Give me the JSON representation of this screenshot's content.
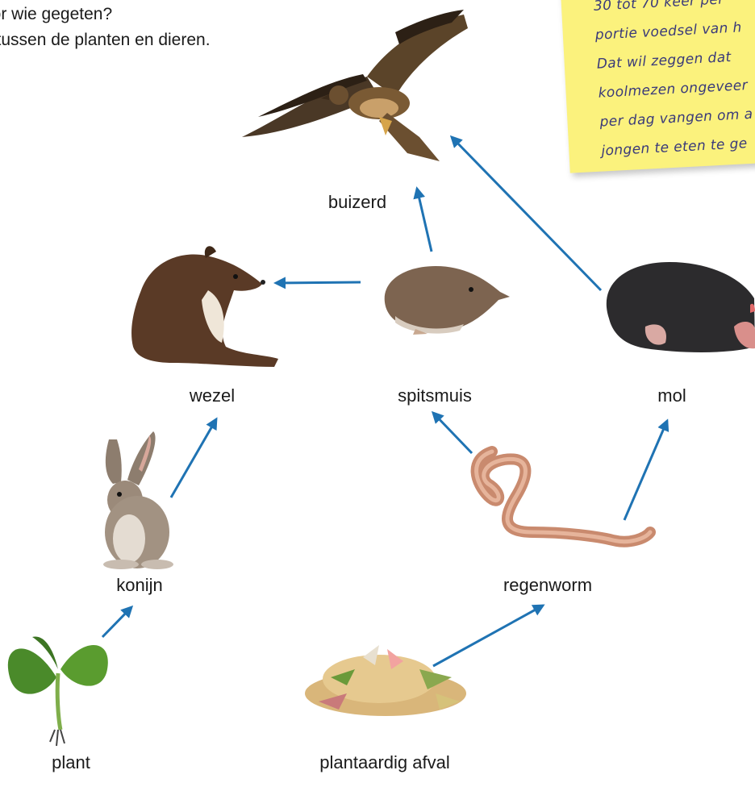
{
  "intro": {
    "line1": "oor wie gegeten?",
    "line2": "n tussen de planten en dieren."
  },
  "note": {
    "lines": [
      "30 tot 70 keer per",
      "portie voedsel van h",
      "Dat wil zeggen dat",
      "koolmezen ongeveer",
      "per dag vangen om a",
      "jongen te eten te ge"
    ]
  },
  "labels": {
    "buizerd": "buizerd",
    "wezel": "wezel",
    "spitsmuis": "spitsmuis",
    "mol": "mol",
    "konijn": "konijn",
    "regenworm": "regenworm",
    "plant": "plant",
    "afval": "plantaardig afval"
  },
  "colors": {
    "arrow": "#1f73b3",
    "note": "#fbf27d",
    "text": "#1a1a1a"
  },
  "arrows": [
    {
      "from": "plant",
      "to": "konijn"
    },
    {
      "from": "konijn",
      "to": "wezel"
    },
    {
      "from": "spitsmuis",
      "to": "wezel"
    },
    {
      "from": "spitsmuis",
      "to": "buizerd"
    },
    {
      "from": "mol",
      "to": "buizerd"
    },
    {
      "from": "regenworm",
      "to": "spitsmuis"
    },
    {
      "from": "regenworm",
      "to": "mol"
    },
    {
      "from": "plantaardig afval",
      "to": "regenworm"
    }
  ]
}
